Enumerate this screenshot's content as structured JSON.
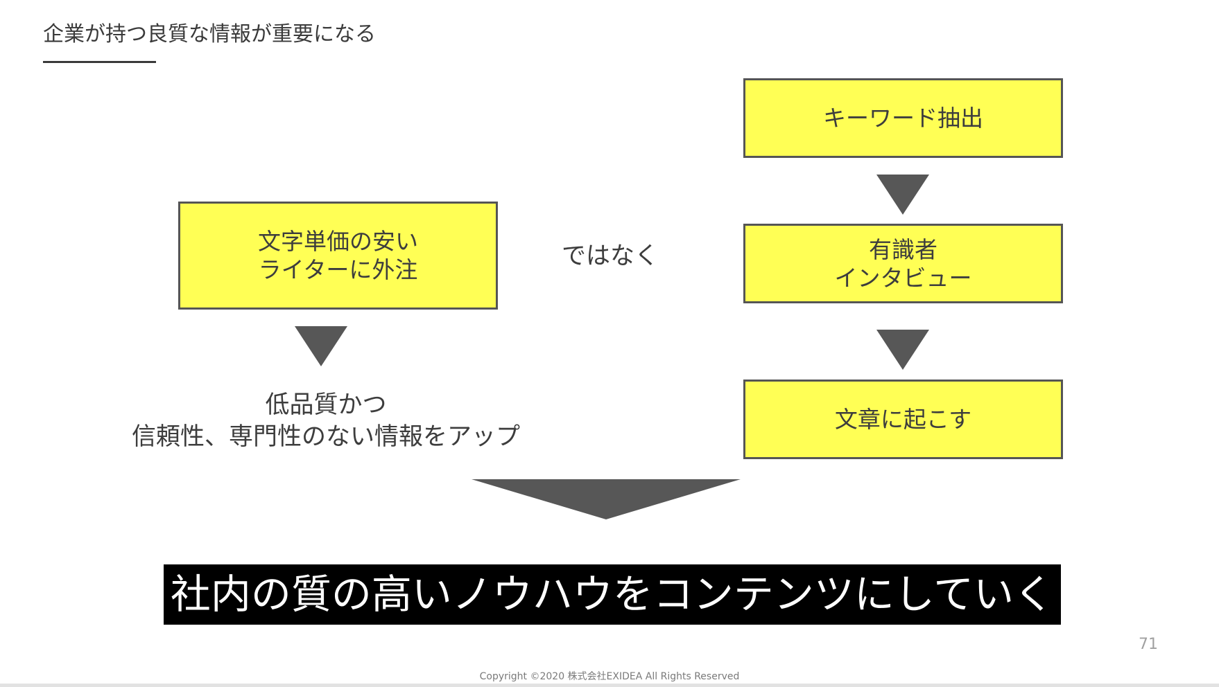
{
  "slide": {
    "title": "企業が持つ良質な情報が重要になる",
    "page_number": "71",
    "copyright": "Copyright ©2020 株式会社EXIDEA All Rights Reserved"
  },
  "left_flow": {
    "box_line1": "文字単価の安い",
    "box_line2": "ライターに外注",
    "result_line1": "低品質かつ",
    "result_line2": "信頼性、専門性のない情報をアップ"
  },
  "connector": "ではなく",
  "right_flow": {
    "step1": "キーワード抽出",
    "step2_line1": "有識者",
    "step2_line2": "インタビュー",
    "step3": "文章に起こす"
  },
  "conclusion": "社内の質の高いノウハウをコンテンツにしていく",
  "colors": {
    "box_fill": "#ffff55",
    "box_border": "#555555",
    "arrow": "#575757",
    "banner_bg": "#000000",
    "banner_text": "#ffffff"
  }
}
